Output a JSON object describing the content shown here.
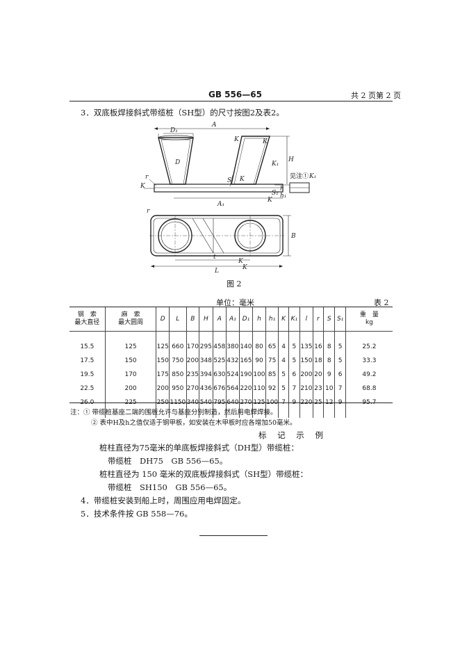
{
  "header": {
    "standard": "GB 556—65",
    "page": "共 2 页第 2 页"
  },
  "section3": "3．双底板焊接斜式带缆桩（SH型）的尺寸按图2及表2。",
  "figure": {
    "caption": "图 2",
    "labels": [
      "A",
      "D₁",
      "D",
      "r",
      "K",
      "K",
      "K",
      "K₁",
      "K",
      "H",
      "h",
      "h₁",
      "S",
      "S₁",
      "A₁",
      "见注①",
      "K₁",
      "K",
      "t",
      "l",
      "L",
      "B",
      "K",
      "K",
      "r"
    ]
  },
  "table": {
    "unit": "单位：毫米",
    "number": "表 2",
    "headers": [
      "钢　索\n最大直径",
      "麻　索\n最大圆周",
      "D",
      "L",
      "B",
      "H",
      "A",
      "A₁",
      "D₁",
      "h",
      "h₁",
      "K",
      "K₁",
      "l",
      "r",
      "S",
      "S₁",
      "重　量\nkg"
    ],
    "rows": [
      [
        "15.5",
        "125",
        "125",
        "660",
        "170",
        "295",
        "458",
        "380",
        "140",
        "80",
        "65",
        "4",
        "5",
        "135",
        "16",
        "8",
        "5",
        "25.2"
      ],
      [
        "17.5",
        "150",
        "150",
        "750",
        "200",
        "348",
        "525",
        "432",
        "165",
        "90",
        "75",
        "4",
        "5",
        "150",
        "18",
        "8",
        "5",
        "33.3"
      ],
      [
        "19.5",
        "170",
        "175",
        "850",
        "235",
        "394",
        "630",
        "524",
        "190",
        "100",
        "85",
        "5",
        "6",
        "200",
        "20",
        "9",
        "6",
        "49.2"
      ],
      [
        "22.5",
        "200",
        "200",
        "950",
        "270",
        "436",
        "676",
        "564",
        "220",
        "110",
        "92",
        "5",
        "7",
        "210",
        "23",
        "10",
        "7",
        "68.8"
      ],
      [
        "26.0",
        "225",
        "250",
        "1150",
        "340",
        "540",
        "795",
        "640",
        "270",
        "125",
        "100",
        "7",
        "9",
        "220",
        "25",
        "12",
        "9",
        "95.7"
      ]
    ]
  },
  "notes": [
    "注：① 带缆桩基座二端的围板允许与基座分别制造，然后用电焊焊接。",
    "② 表中H及h之值仅适于钢甲板，如安装在木甲板时应各增加50毫米。"
  ],
  "example": {
    "title": "标 记 示 例",
    "lines": [
      "桩柱直径为75毫米的单底板焊接斜式（DH型）带缆桩：",
      "带缆桩　DH75　GB 556—65。",
      "桩柱直径为 150 毫米的双底板焊接斜式（SH型）带缆桩：",
      "带缆桩　SH150　GB 556—65。"
    ]
  },
  "section4": "4．带缆桩安装到船上时，周围应用电焊固定。",
  "section5": "5．技术条件按 GB 558—76。"
}
